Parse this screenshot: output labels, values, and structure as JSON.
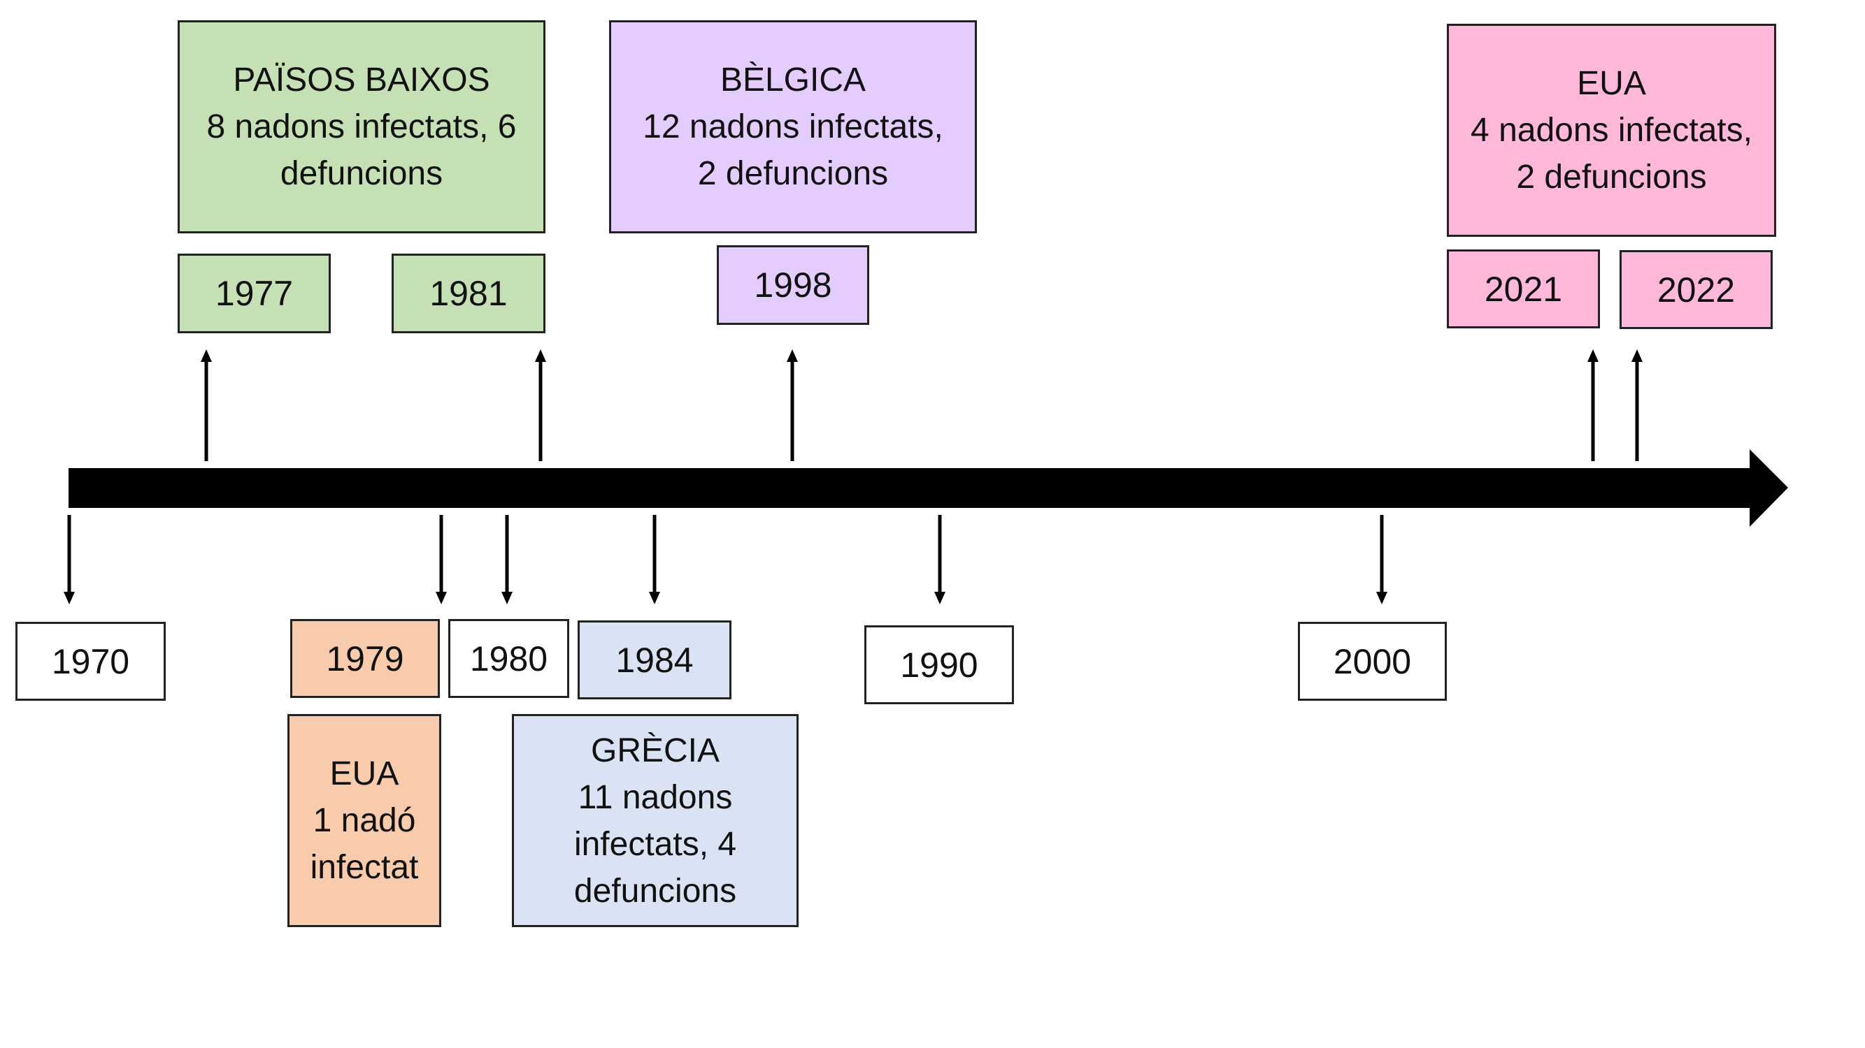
{
  "colors": {
    "green": "#C5E0B4",
    "purple": "#E5CCFF",
    "pink": "#FFB7DA",
    "peach": "#F8CBAD",
    "blue": "#DAE3F3",
    "white": "#FFFFFF",
    "axis": "#000000"
  },
  "years": {
    "y1970": "1970",
    "y1977": "1977",
    "y1979": "1979",
    "y1980": "1980",
    "y1981": "1981",
    "y1984": "1984",
    "y1990": "1990",
    "y1998": "1998",
    "y2000": "2000",
    "y2021": "2021",
    "y2022": "2022"
  },
  "events": {
    "netherlands": {
      "lines": [
        "PAÏSOS BAIXOS",
        "8 nadons infectats, 6",
        "defuncions"
      ]
    },
    "belgium": {
      "lines": [
        "BÈLGICA",
        "12 nadons infectats,",
        "2 defuncions"
      ]
    },
    "usa_2021": {
      "lines": [
        "EUA",
        "4 nadons infectats,",
        "2 defuncions"
      ]
    },
    "usa_1979": {
      "lines": [
        "EUA",
        "1 nadó",
        "infectat"
      ]
    },
    "greece": {
      "lines": [
        "GRÈCIA",
        "11 nadons",
        "infectats, 4",
        "defuncions"
      ]
    }
  }
}
